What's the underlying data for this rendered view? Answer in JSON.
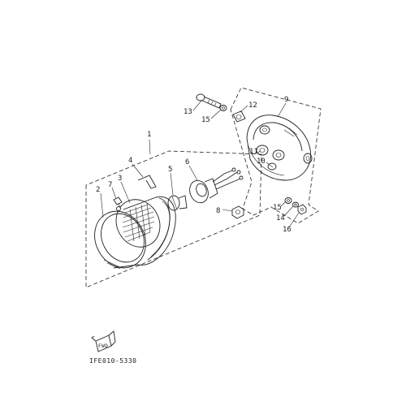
{
  "diagram": {
    "callouts": {
      "p1": "1",
      "p2": "2",
      "p3": "3",
      "p4": "4",
      "p5": "5",
      "p6": "6",
      "p7": "7",
      "p8": "8",
      "p9": "9",
      "p10": "10",
      "p11": "11",
      "p12": "12",
      "p13": "13",
      "p15a": "15",
      "p15b": "15",
      "p14": "14",
      "p16": "16"
    },
    "figure_code": "IFE010-5330",
    "logo_text": "FWD"
  }
}
